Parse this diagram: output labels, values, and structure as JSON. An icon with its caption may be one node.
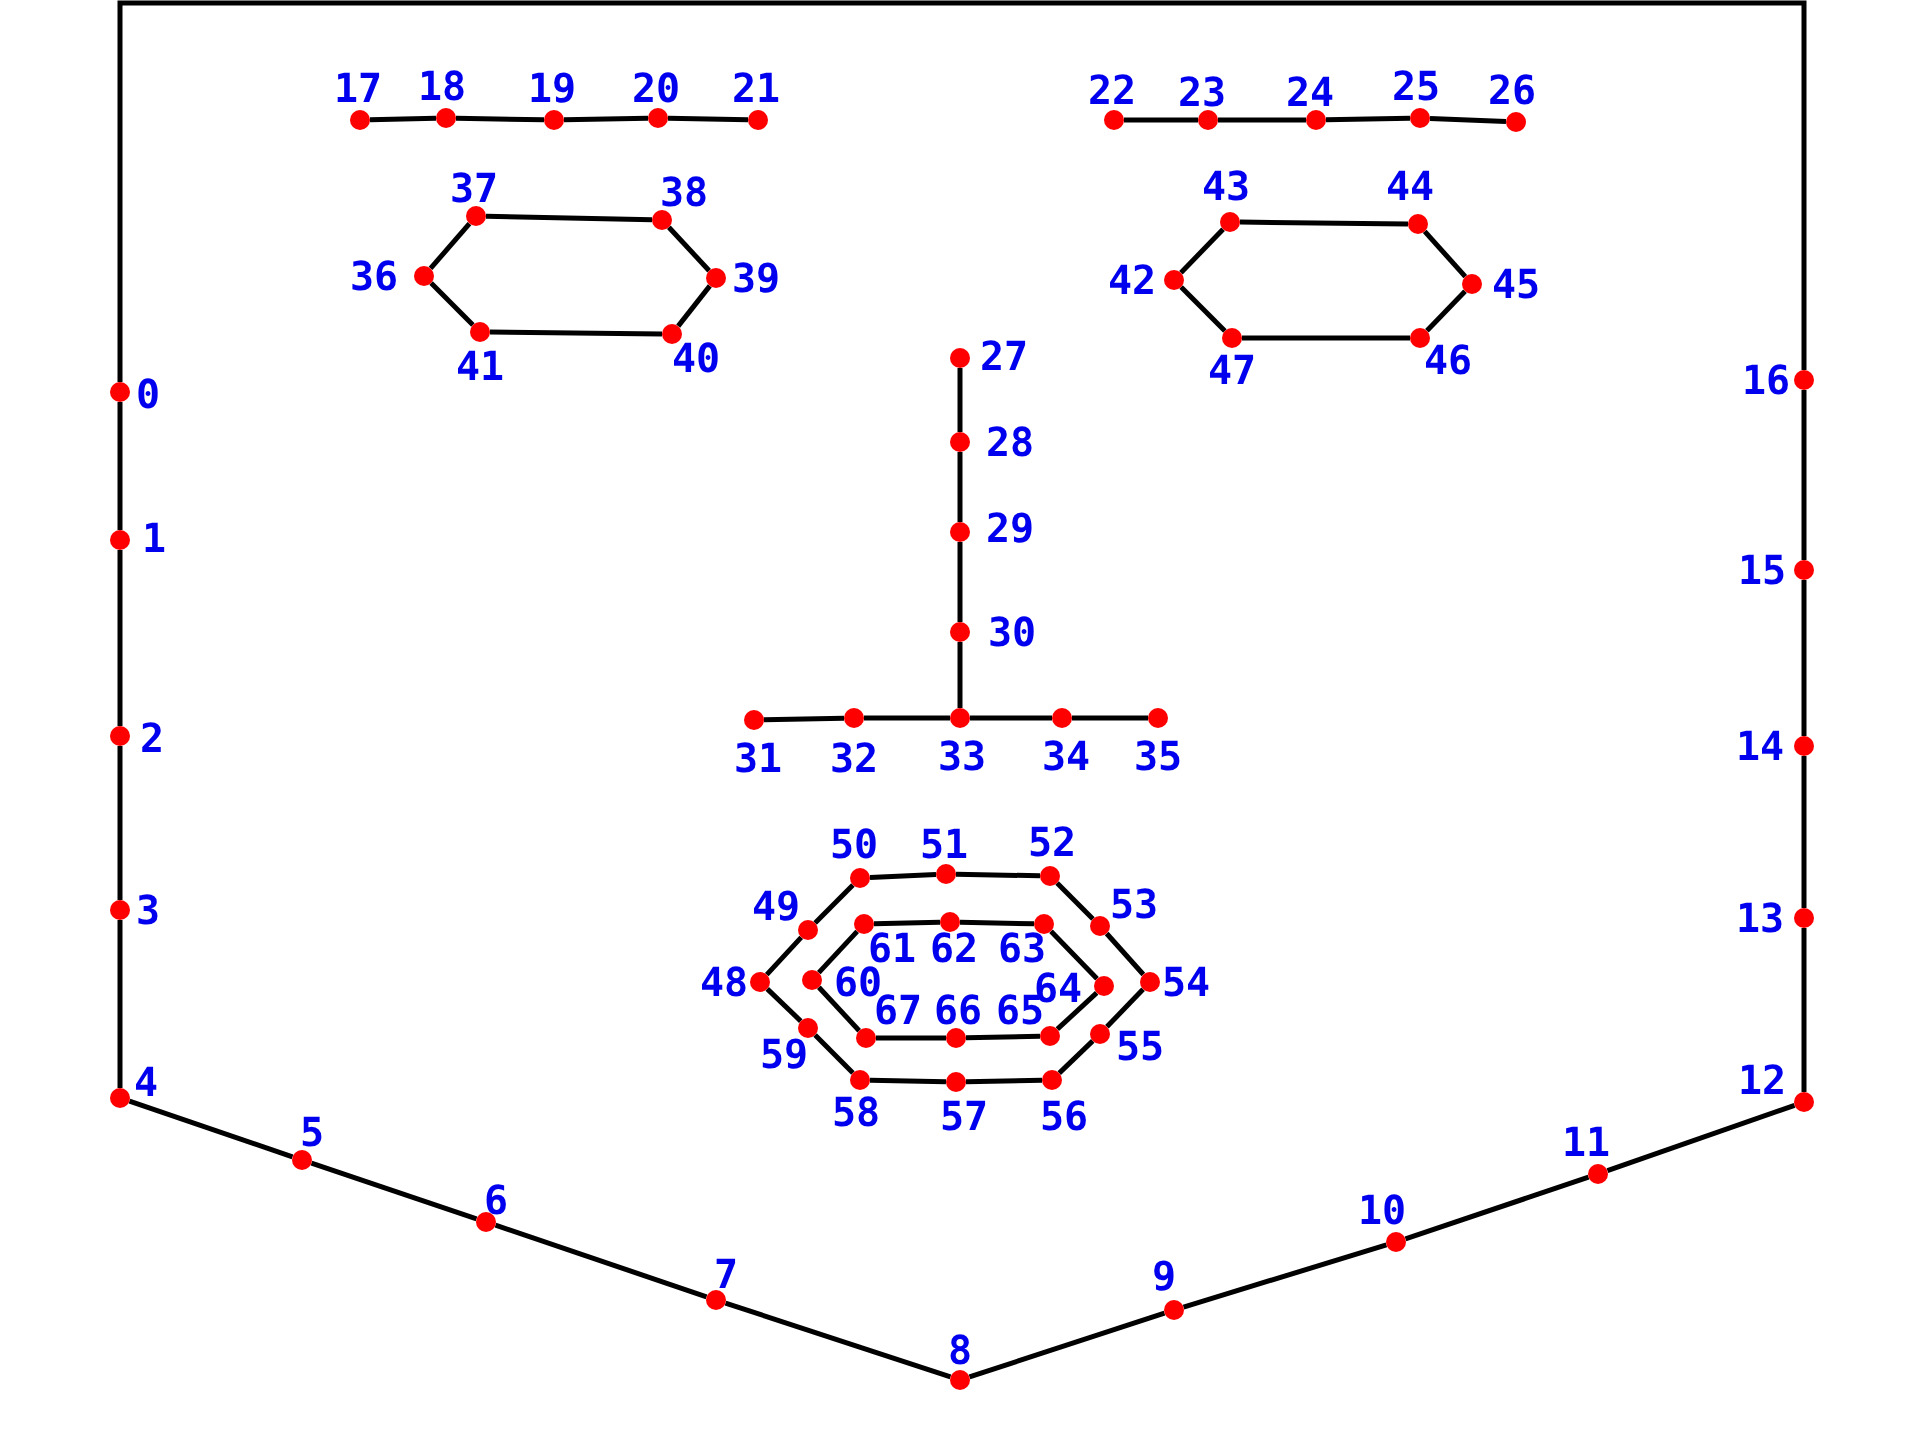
{
  "diagram": {
    "nodes": [
      {
        "text": [],
        "shape": "circle",
        "beside": [
          "0"
        ]
      },
      {
        "text": [],
        "shape": "circle",
        "beside": [
          "1"
        ]
      },
      {
        "text": [],
        "shape": "circle",
        "beside": [
          "2"
        ]
      },
      {
        "text": [],
        "shape": "circle",
        "beside": [
          "3"
        ]
      },
      {
        "text": [],
        "shape": "circle",
        "beside": [
          "4"
        ]
      },
      {
        "text": [],
        "shape": "circle",
        "beside": [
          "5"
        ]
      },
      {
        "text": [],
        "shape": "circle",
        "beside": [
          "6"
        ]
      },
      {
        "text": [],
        "shape": "circle",
        "beside": [
          "7"
        ]
      },
      {
        "text": [],
        "shape": "circle",
        "beside": [
          "8"
        ]
      },
      {
        "text": [],
        "shape": "circle",
        "beside": [
          "9"
        ]
      },
      {
        "text": [],
        "shape": "circle",
        "beside": [
          "10"
        ]
      },
      {
        "text": [],
        "shape": "circle",
        "beside": [
          "11"
        ]
      },
      {
        "text": [],
        "shape": "circle",
        "beside": [
          "12"
        ]
      },
      {
        "text": [],
        "shape": "circle",
        "beside": [
          "13"
        ]
      },
      {
        "text": [],
        "shape": "circle",
        "beside": [
          "14"
        ]
      },
      {
        "text": [],
        "shape": "circle",
        "beside": [
          "15"
        ]
      },
      {
        "text": [],
        "shape": "circle",
        "beside": [
          "16"
        ]
      },
      {
        "text": [],
        "shape": "circle",
        "beside": [
          "17"
        ]
      },
      {
        "text": [],
        "shape": "circle",
        "beside": [
          "18"
        ]
      },
      {
        "text": [],
        "shape": "circle",
        "beside": [
          "19"
        ]
      },
      {
        "text": [],
        "shape": "circle",
        "beside": [
          "20"
        ]
      },
      {
        "text": [],
        "shape": "circle",
        "beside": [
          "21"
        ]
      },
      {
        "text": [],
        "shape": "circle",
        "beside": [
          "22"
        ]
      },
      {
        "text": [],
        "shape": "circle",
        "beside": [
          "23"
        ]
      },
      {
        "text": [],
        "shape": "circle",
        "beside": [
          "24"
        ]
      },
      {
        "text": [],
        "shape": "circle",
        "beside": [
          "25"
        ]
      },
      {
        "text": [],
        "shape": "circle",
        "beside": [
          "26"
        ]
      },
      {
        "text": [],
        "shape": "circle",
        "beside": [
          "27"
        ]
      },
      {
        "text": [],
        "shape": "circle",
        "beside": [
          "28"
        ]
      },
      {
        "text": [],
        "shape": "circle",
        "beside": [
          "29"
        ]
      },
      {
        "text": [],
        "shape": "circle",
        "beside": [
          "30"
        ]
      },
      {
        "text": [],
        "shape": "circle",
        "beside": [
          "31"
        ]
      },
      {
        "text": [],
        "shape": "circle",
        "beside": [
          "32"
        ]
      },
      {
        "text": [],
        "shape": "circle",
        "beside": [
          "33"
        ]
      },
      {
        "text": [],
        "shape": "circle",
        "beside": [
          "34"
        ]
      },
      {
        "text": [],
        "shape": "circle",
        "beside": [
          "35"
        ]
      },
      {
        "text": [],
        "shape": "circle",
        "beside": [
          "36"
        ]
      },
      {
        "text": [],
        "shape": "circle",
        "beside": [
          "37"
        ]
      },
      {
        "text": [],
        "shape": "circle",
        "beside": [
          "38"
        ]
      },
      {
        "text": [],
        "shape": "circle",
        "beside": [
          "39"
        ]
      },
      {
        "text": [],
        "shape": "circle",
        "beside": [
          "40"
        ]
      },
      {
        "text": [],
        "shape": "circle",
        "beside": [
          "41"
        ]
      },
      {
        "text": [],
        "shape": "circle",
        "beside": [
          "42"
        ]
      },
      {
        "text": [],
        "shape": "circle",
        "beside": [
          "43"
        ]
      },
      {
        "text": [],
        "shape": "circle",
        "beside": [
          "44"
        ]
      },
      {
        "text": [],
        "shape": "circle",
        "beside": [
          "45"
        ]
      },
      {
        "text": [],
        "shape": "circle",
        "beside": [
          "46"
        ]
      },
      {
        "text": [],
        "shape": "circle",
        "beside": [
          "47"
        ]
      },
      {
        "text": [],
        "shape": "circle",
        "beside": [
          "48"
        ]
      },
      {
        "text": [],
        "shape": "circle",
        "beside": [
          "49"
        ]
      },
      {
        "text": [],
        "shape": "circle",
        "beside": [
          "50"
        ]
      },
      {
        "text": [],
        "shape": "circle",
        "beside": [
          "51"
        ]
      },
      {
        "text": [],
        "shape": "circle",
        "beside": [
          "52"
        ]
      },
      {
        "text": [],
        "shape": "circle",
        "beside": [
          "53"
        ]
      },
      {
        "text": [],
        "shape": "circle",
        "beside": [
          "54"
        ]
      },
      {
        "text": [],
        "shape": "circle",
        "beside": [
          "55"
        ]
      },
      {
        "text": [],
        "shape": "circle",
        "beside": [
          "56"
        ]
      },
      {
        "text": [],
        "shape": "circle",
        "beside": [
          "57"
        ]
      },
      {
        "text": [],
        "shape": "circle",
        "beside": [
          "58"
        ]
      },
      {
        "text": [],
        "shape": "circle",
        "beside": [
          "59"
        ]
      },
      {
        "text": [],
        "shape": "circle",
        "beside": [
          "60"
        ]
      },
      {
        "text": [],
        "shape": "circle",
        "beside": [
          "61"
        ]
      },
      {
        "text": [],
        "shape": "circle",
        "beside": [
          "62"
        ]
      },
      {
        "text": [],
        "shape": "circle",
        "beside": [
          "63"
        ]
      },
      {
        "text": [],
        "shape": "circle",
        "beside": [
          "64"
        ]
      },
      {
        "text": [],
        "shape": "circle",
        "beside": [
          "65"
        ]
      },
      {
        "text": [],
        "shape": "circle",
        "beside": [
          "66"
        ]
      },
      {
        "text": [],
        "shape": "circle",
        "beside": [
          "67"
        ]
      }
    ],
    "edges": [
      {
        "from": 0,
        "to": 1,
        "arrow": "none"
      },
      {
        "from": 1,
        "to": 2,
        "arrow": "none"
      },
      {
        "from": 2,
        "to": 3,
        "arrow": "none"
      },
      {
        "from": 3,
        "to": 4,
        "arrow": "none"
      },
      {
        "from": 4,
        "to": 5,
        "arrow": "none"
      },
      {
        "from": 5,
        "to": 6,
        "arrow": "none"
      },
      {
        "from": 6,
        "to": 7,
        "arrow": "none"
      },
      {
        "from": 7,
        "to": 8,
        "arrow": "none"
      },
      {
        "from": 8,
        "to": 9,
        "arrow": "none"
      },
      {
        "from": 9,
        "to": 10,
        "arrow": "none"
      },
      {
        "from": 10,
        "to": 11,
        "arrow": "none"
      },
      {
        "from": 11,
        "to": 12,
        "arrow": "none"
      },
      {
        "from": 12,
        "to": 13,
        "arrow": "none"
      },
      {
        "from": 13,
        "to": 14,
        "arrow": "none"
      },
      {
        "from": 14,
        "to": 15,
        "arrow": "none"
      },
      {
        "from": 15,
        "to": 16,
        "arrow": "none"
      },
      {
        "from": 0,
        "to": 16,
        "arrow": "none"
      },
      {
        "from": 17,
        "to": 18,
        "arrow": "none"
      },
      {
        "from": 18,
        "to": 19,
        "arrow": "none"
      },
      {
        "from": 19,
        "to": 20,
        "arrow": "none"
      },
      {
        "from": 20,
        "to": 21,
        "arrow": "none"
      },
      {
        "from": 22,
        "to": 23,
        "arrow": "none"
      },
      {
        "from": 23,
        "to": 24,
        "arrow": "none"
      },
      {
        "from": 24,
        "to": 25,
        "arrow": "none"
      },
      {
        "from": 25,
        "to": 26,
        "arrow": "none"
      },
      {
        "from": 27,
        "to": 28,
        "arrow": "none"
      },
      {
        "from": 28,
        "to": 29,
        "arrow": "none"
      },
      {
        "from": 29,
        "to": 30,
        "arrow": "none"
      },
      {
        "from": 30,
        "to": 33,
        "arrow": "none"
      },
      {
        "from": 31,
        "to": 32,
        "arrow": "none"
      },
      {
        "from": 32,
        "to": 33,
        "arrow": "none"
      },
      {
        "from": 33,
        "to": 34,
        "arrow": "none"
      },
      {
        "from": 34,
        "to": 35,
        "arrow": "none"
      },
      {
        "from": 36,
        "to": 37,
        "arrow": "none"
      },
      {
        "from": 37,
        "to": 38,
        "arrow": "none"
      },
      {
        "from": 38,
        "to": 39,
        "arrow": "none"
      },
      {
        "from": 39,
        "to": 40,
        "arrow": "none"
      },
      {
        "from": 40,
        "to": 41,
        "arrow": "none"
      },
      {
        "from": 41,
        "to": 36,
        "arrow": "none"
      },
      {
        "from": 42,
        "to": 43,
        "arrow": "none"
      },
      {
        "from": 43,
        "to": 44,
        "arrow": "none"
      },
      {
        "from": 44,
        "to": 45,
        "arrow": "none"
      },
      {
        "from": 45,
        "to": 46,
        "arrow": "none"
      },
      {
        "from": 46,
        "to": 47,
        "arrow": "none"
      },
      {
        "from": 47,
        "to": 42,
        "arrow": "none"
      },
      {
        "from": 48,
        "to": 49,
        "arrow": "none"
      },
      {
        "from": 49,
        "to": 50,
        "arrow": "none"
      },
      {
        "from": 50,
        "to": 51,
        "arrow": "none"
      },
      {
        "from": 51,
        "to": 52,
        "arrow": "none"
      },
      {
        "from": 52,
        "to": 53,
        "arrow": "none"
      },
      {
        "from": 53,
        "to": 54,
        "arrow": "none"
      },
      {
        "from": 54,
        "to": 55,
        "arrow": "none"
      },
      {
        "from": 55,
        "to": 56,
        "arrow": "none"
      },
      {
        "from": 56,
        "to": 57,
        "arrow": "none"
      },
      {
        "from": 57,
        "to": 58,
        "arrow": "none"
      },
      {
        "from": 58,
        "to": 59,
        "arrow": "none"
      },
      {
        "from": 59,
        "to": 48,
        "arrow": "none"
      },
      {
        "from": 60,
        "to": 61,
        "arrow": "none"
      },
      {
        "from": 61,
        "to": 62,
        "arrow": "none"
      },
      {
        "from": 62,
        "to": 63,
        "arrow": "none"
      },
      {
        "from": 63,
        "to": 64,
        "arrow": "none"
      },
      {
        "from": 64,
        "to": 65,
        "arrow": "none"
      },
      {
        "from": 65,
        "to": 66,
        "arrow": "none"
      },
      {
        "from": 66,
        "to": 67,
        "arrow": "none"
      },
      {
        "from": 67,
        "to": 60,
        "arrow": "none"
      }
    ]
  }
}
